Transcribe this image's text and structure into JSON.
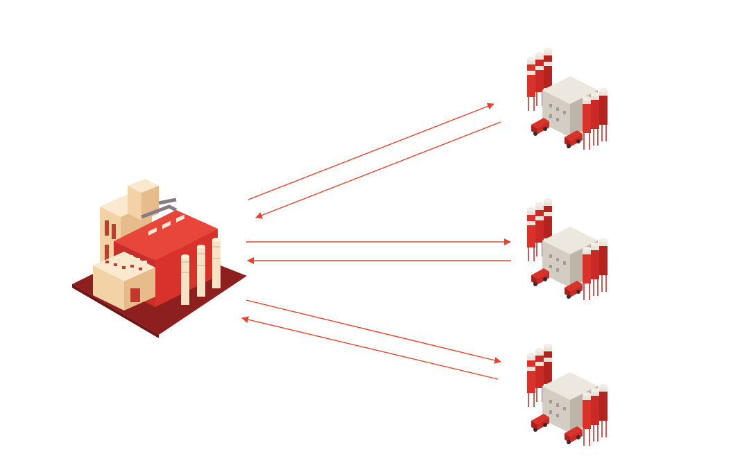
{
  "diagram": {
    "nodes": [
      {
        "id": "factory",
        "kind": "factory-icon"
      },
      {
        "id": "plant-1",
        "kind": "concrete-plant-icon"
      },
      {
        "id": "plant-2",
        "kind": "concrete-plant-icon"
      },
      {
        "id": "plant-3",
        "kind": "concrete-plant-icon"
      }
    ],
    "edges": [
      {
        "from": "factory",
        "to": "plant-1"
      },
      {
        "from": "plant-1",
        "to": "factory"
      },
      {
        "from": "factory",
        "to": "plant-2"
      },
      {
        "from": "plant-2",
        "to": "factory"
      },
      {
        "from": "factory",
        "to": "plant-3"
      },
      {
        "from": "plant-3",
        "to": "factory"
      }
    ],
    "colors": {
      "arrow": "#e8432f",
      "red": "#d9322b",
      "dark_red": "#8e1f1f",
      "cream": "#f3d3a6",
      "cream_light": "#fbe9cf",
      "grey": "#d4cdc3"
    }
  }
}
